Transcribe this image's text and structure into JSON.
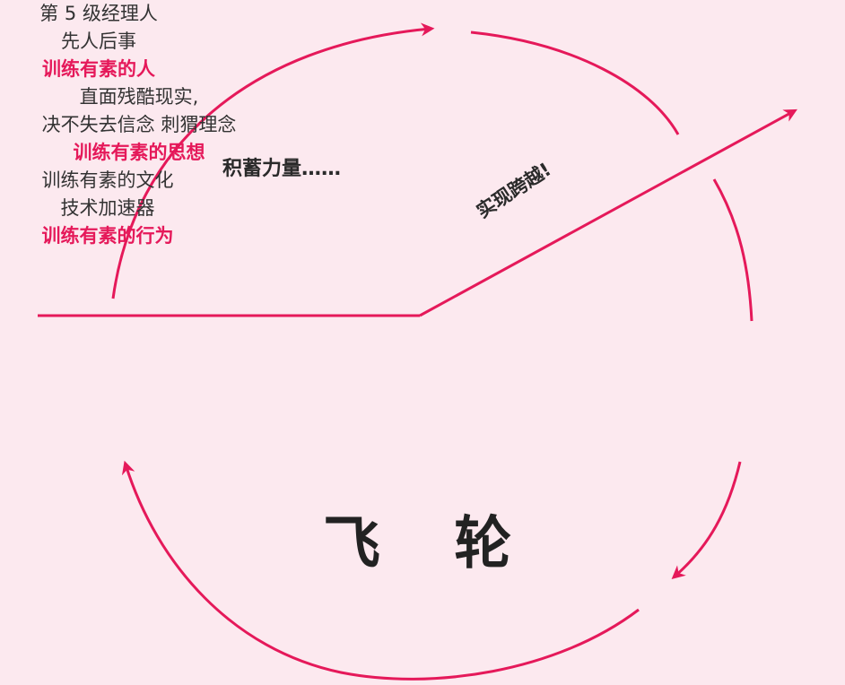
{
  "colors": {
    "accent": "#e5195a",
    "text": "#333333",
    "background": "#fce9ef"
  },
  "labels": {
    "accumulate": "积蓄力量……",
    "breakthrough": "实现跨越!",
    "title": "飞 轮"
  },
  "columns": {
    "left": {
      "line1": "第 5 级经理人",
      "line2": "先人后事",
      "emphasis": "训练有素的人"
    },
    "middle": {
      "line1": "直面残酷现实,",
      "line2": "决不失去信念  刺猬理念",
      "emphasis": "训练有素的思想"
    },
    "right": {
      "line1": "训练有素的文化",
      "line2": "技术加速器",
      "emphasis": "训练有素的行为"
    }
  }
}
